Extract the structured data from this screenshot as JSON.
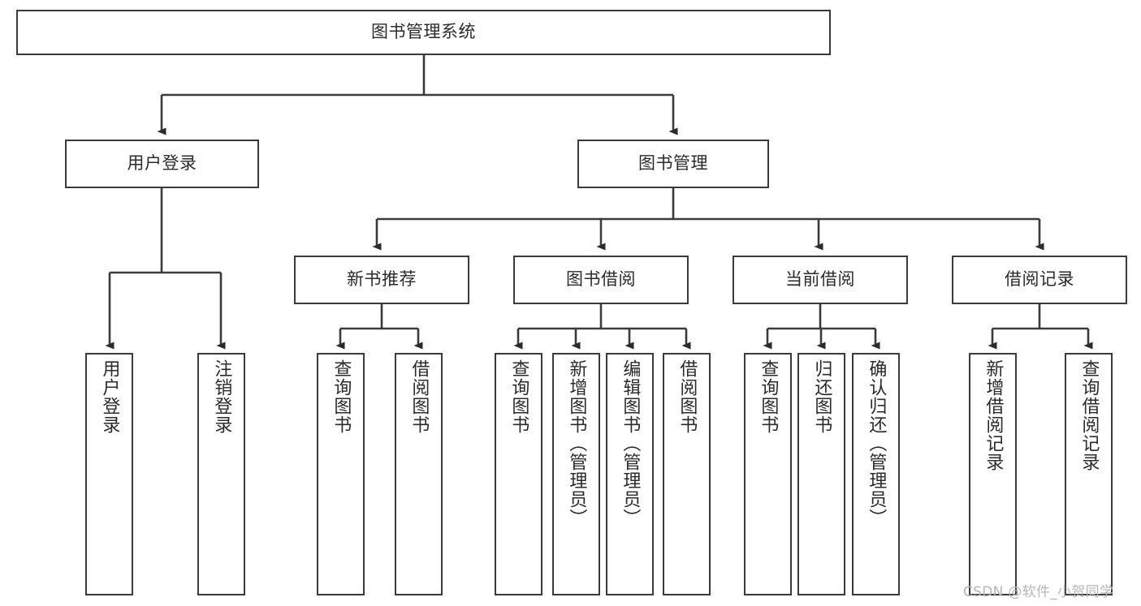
{
  "diagram": {
    "title_node": {
      "label": "图书管理系统"
    },
    "level2": [
      {
        "label": "用户登录"
      },
      {
        "label": "图书管理"
      }
    ],
    "level3": [
      {
        "label": "新书推荐"
      },
      {
        "label": "图书借阅"
      },
      {
        "label": "当前借阅"
      },
      {
        "label": "借阅记录"
      }
    ],
    "leaves": {
      "user_login": [
        {
          "label": "用户登录"
        },
        {
          "label": "注销登录"
        }
      ],
      "new_book_recommend": [
        {
          "label": "查询图书"
        },
        {
          "label": "借阅图书"
        }
      ],
      "book_borrow": [
        {
          "label": "查询图书"
        },
        {
          "label": "新增图书（管理员）"
        },
        {
          "label": "编辑图书（管理员）"
        },
        {
          "label": "借阅图书"
        }
      ],
      "current_borrow": [
        {
          "label": "查询图书"
        },
        {
          "label": "归还图书"
        },
        {
          "label": "确认归还（管理员）"
        }
      ],
      "borrow_records": [
        {
          "label": "新增借阅记录"
        },
        {
          "label": "查询借阅记录"
        }
      ]
    },
    "watermark": "CSDN @软件_小贺同学",
    "colors": {
      "stroke": "#3b3b3b",
      "text": "#2b2b2b",
      "background": "#ffffff",
      "watermark": "#b6b6b6"
    }
  }
}
